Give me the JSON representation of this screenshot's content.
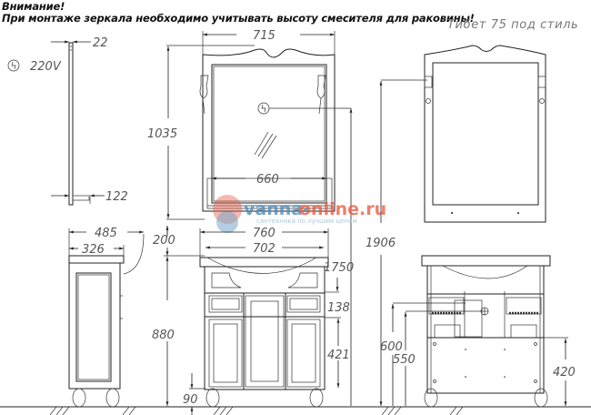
{
  "header": {
    "warning_title": "Внимание!",
    "warning_text": "При монтаже зеркала необходимо учитывать высоту смесителя для раковины!",
    "product_title": "Тибет 75 под стиль"
  },
  "side_mirror_view": {
    "thickness": "22",
    "shelf_depth": "122",
    "power_label": "220V",
    "power_icon": "electric-outlet-icon"
  },
  "front_mirror_view": {
    "width": "715",
    "height": "1035",
    "inner_width": "660",
    "mount_height": "1906",
    "power_icon": "electric-outlet-icon"
  },
  "side_cabinet_view": {
    "depth_total": "485",
    "depth_body": "326",
    "gap_to_mirror": "200",
    "cabinet_height": "880"
  },
  "front_cabinet_view": {
    "width_total": "760",
    "width_body": "702",
    "top_height": "1750",
    "drawer_height": "138",
    "door_height": "421",
    "leg_height": "90"
  },
  "rear_cabinet_view": {
    "pipe_height_1": "600",
    "pipe_height_2": "550",
    "panel_height": "420"
  },
  "watermark": {
    "brand_part1": "vanna-",
    "brand_part2": "online.ru",
    "tagline": "сантехника по лучшим ценам",
    "color_blue": "#4a86b8",
    "color_red": "#e8553c"
  }
}
